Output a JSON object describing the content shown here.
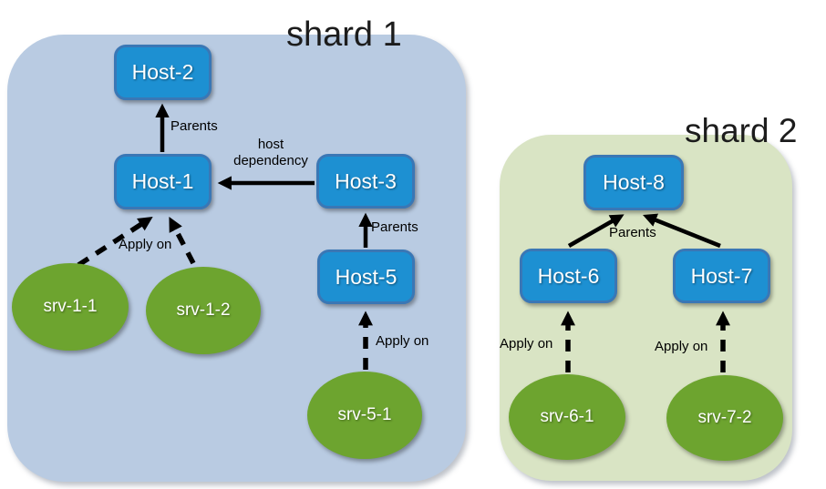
{
  "shard1": {
    "title": "shard 1",
    "nodes": {
      "host2": "Host-2",
      "host1": "Host-1",
      "host3": "Host-3",
      "host5": "Host-5",
      "srv_1_1": "srv-1-1",
      "srv_1_2": "srv-1-2",
      "srv_5_1": "srv-5-1"
    },
    "edge_labels": {
      "parents_h1_h2": "Parents",
      "host_dependency": "host dependency",
      "parents_h5_h3": "Parents",
      "apply_on_h1": "Apply on",
      "apply_on_h5": "Apply on"
    }
  },
  "shard2": {
    "title": "shard 2",
    "nodes": {
      "host8": "Host-8",
      "host6": "Host-6",
      "host7": "Host-7",
      "srv_6_1": "srv-6-1",
      "srv_7_2": "srv-7-2"
    },
    "edge_labels": {
      "parents_h6h7_h8": "Parents",
      "apply_on_h6": "Apply on",
      "apply_on_h7": "Apply on"
    }
  },
  "colors": {
    "shard1_bg": "#b9cbe2",
    "shard2_bg": "#d9e4c4",
    "host_fill": "#1d90d2",
    "host_border": "#3a77b5",
    "service_fill": "#6da42f",
    "arrow": "#000000",
    "title_text": "#1c1c1c",
    "node_text": "#ffffff"
  }
}
